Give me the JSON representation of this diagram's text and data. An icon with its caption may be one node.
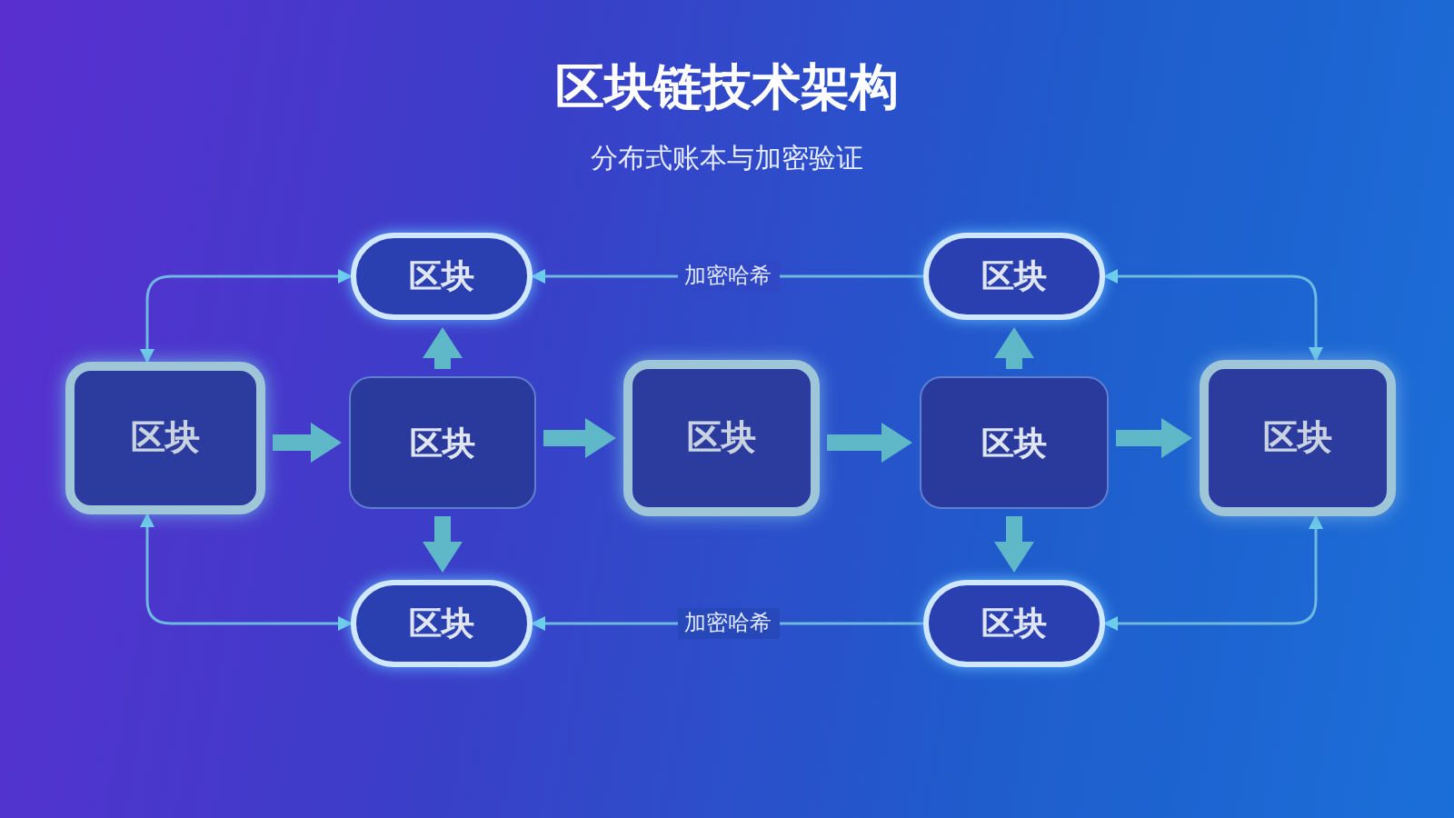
{
  "diagram": {
    "title": "区块链技术架构",
    "nodes": [
      {
        "text": [
          "区块"
        ]
      },
      {
        "text": [
          "区块"
        ]
      },
      {
        "text": [
          "区块"
        ]
      },
      {
        "text": [
          "区块"
        ]
      },
      {
        "text": [
          "区块"
        ]
      },
      {
        "text": [
          "区块"
        ]
      },
      {
        "text": [
          "区块"
        ]
      },
      {
        "text": [
          "区块"
        ]
      },
      {
        "text": [
          "区块"
        ]
      }
    ],
    "edges": [
      {
        "from": 1,
        "to": 0,
        "arrow": "to",
        "label": "加密哈希"
      },
      {
        "from": 2,
        "to": 0,
        "arrow": "both"
      },
      {
        "from": 6,
        "to": 1,
        "arrow": "both"
      },
      {
        "from": 2,
        "to": 3,
        "arrow": "to",
        "style": "thick"
      },
      {
        "from": 3,
        "to": 4,
        "arrow": "to",
        "style": "thick"
      },
      {
        "from": 4,
        "to": 5,
        "arrow": "to",
        "style": "thick"
      },
      {
        "from": 5,
        "to": 6,
        "arrow": "to",
        "style": "thick"
      },
      {
        "from": 3,
        "to": 0,
        "arrow": "to",
        "style": "thick"
      },
      {
        "from": 5,
        "to": 1,
        "arrow": "to",
        "style": "thick"
      },
      {
        "from": 3,
        "to": 7,
        "arrow": "to",
        "style": "thick"
      },
      {
        "from": 5,
        "to": 8,
        "arrow": "to",
        "style": "thick"
      },
      {
        "from": 2,
        "to": 7,
        "arrow": "both"
      },
      {
        "from": 6,
        "to": 8,
        "arrow": "both"
      },
      {
        "from": 8,
        "to": 7,
        "arrow": "to",
        "label": "加密哈希"
      }
    ],
    "labels": [
      "分布式账本与加密验证"
    ]
  }
}
